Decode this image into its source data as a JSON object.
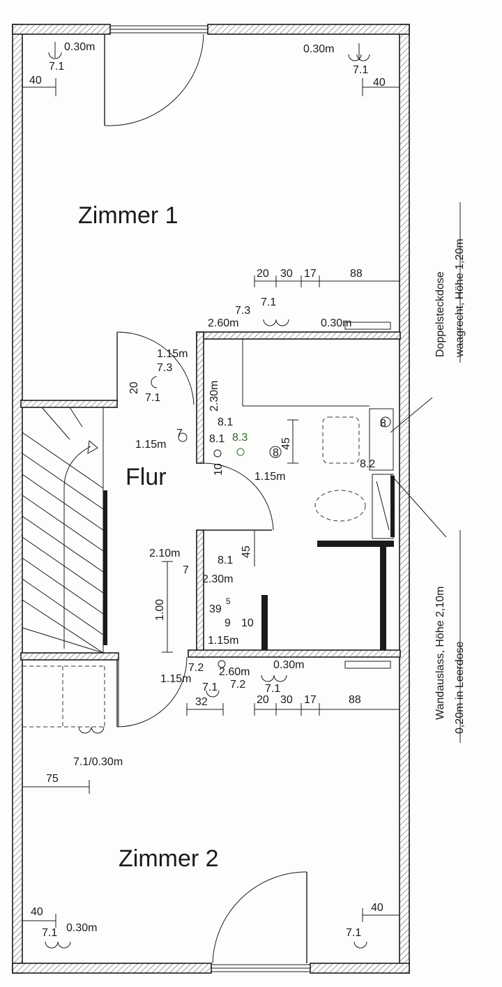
{
  "rooms": {
    "zimmer1": "Zimmer 1",
    "flur": "Flur",
    "zimmer2": "Zimmer 2"
  },
  "notes": {
    "right_top_line1": "Doppelsteckdose",
    "right_top_line2": "waagrecht, Höhe 1,20m",
    "right_bottom_line1": "Wandauslass, Höhe 2,10m",
    "right_bottom_line2": "0,20m in Leerdose"
  },
  "labels": {
    "z1_tl_height": "0.30m",
    "z1_tl_code": "7.1",
    "z1_tl_dim": "40",
    "z1_tr_height": "0.30m",
    "z1_tr_code": "7.1",
    "z1_tr_dim": "40",
    "top_dim_20": "20",
    "top_dim_30": "30",
    "top_dim_17": "17",
    "top_dim_88": "88",
    "top_code_73": "7.3",
    "top_code_71": "7.1",
    "top_height_260": "2.60m",
    "top_height_030": "0.30m",
    "flur_115_top": "1.15m",
    "flur_73": "7.3",
    "flur_20": "20",
    "flur_71": "7.1",
    "flur_230_v": "2.30m",
    "flur_81_a": "8.1",
    "flur_115_switch": "1.15m",
    "flur_7": "7",
    "flur_81_b": "8.1",
    "flur_83": "8.3",
    "flur_8": "8",
    "flur_45_a": "45",
    "flur_10": "10",
    "flur_115_mid": "1.15m",
    "bath_8": "8",
    "bath_82": "8.2",
    "flur_210": "2.10m",
    "flur_7b": "7",
    "flur_81_c": "8.1",
    "flur_45_b": "45",
    "flur_230_b": "2.30m",
    "flur_100": "1.00",
    "flur_39": "39",
    "flur_39_sup": "5",
    "flur_9": "9",
    "flur_10b": "10",
    "flur_115_low": "1.15m",
    "bot_72_a": "7.2",
    "bot_260": "2.60m",
    "bot_030": "0.30m",
    "bot_115": "1.15m",
    "bot_71_a": "7.1",
    "bot_72_b": "7.2",
    "bot_71_b": "7.1",
    "bot_32": "32",
    "bot_20": "20",
    "bot_30": "30",
    "bot_17": "17",
    "bot_88": "88",
    "z2_7103": "7.1/0.30m",
    "z2_75": "75",
    "z2_bl_dim": "40",
    "z2_bl_code": "7.1",
    "z2_bl_height": "0.30m",
    "z2_br_dim": "40",
    "z2_br_code": "7.1"
  }
}
